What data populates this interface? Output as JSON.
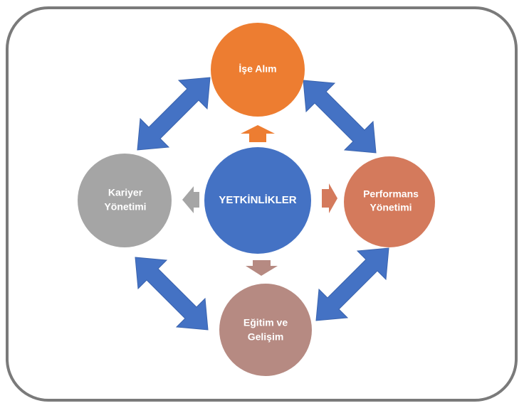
{
  "center": {
    "label": "YETKİNLİKLER",
    "color": "#4472C4"
  },
  "nodes": {
    "top": {
      "label": "İşe Alım",
      "color": "#ED7D31"
    },
    "right": {
      "line1": "Performans",
      "line2": "Yönetimi",
      "color": "#D47A5C"
    },
    "bottom": {
      "line1": "Eğitim ve",
      "line2": "Gelişim",
      "color": "#B68A82"
    },
    "left": {
      "line1": "Kariyer",
      "line2": "Yönetimi",
      "color": "#A5A5A5"
    }
  },
  "arrow_colors": {
    "cycle": "#4472C4",
    "to_top": "#ED7D31",
    "to_right": "#D47A5C",
    "to_bottom": "#B68A82",
    "to_left": "#A5A5A5"
  },
  "frame_color": "#7A7A7A"
}
